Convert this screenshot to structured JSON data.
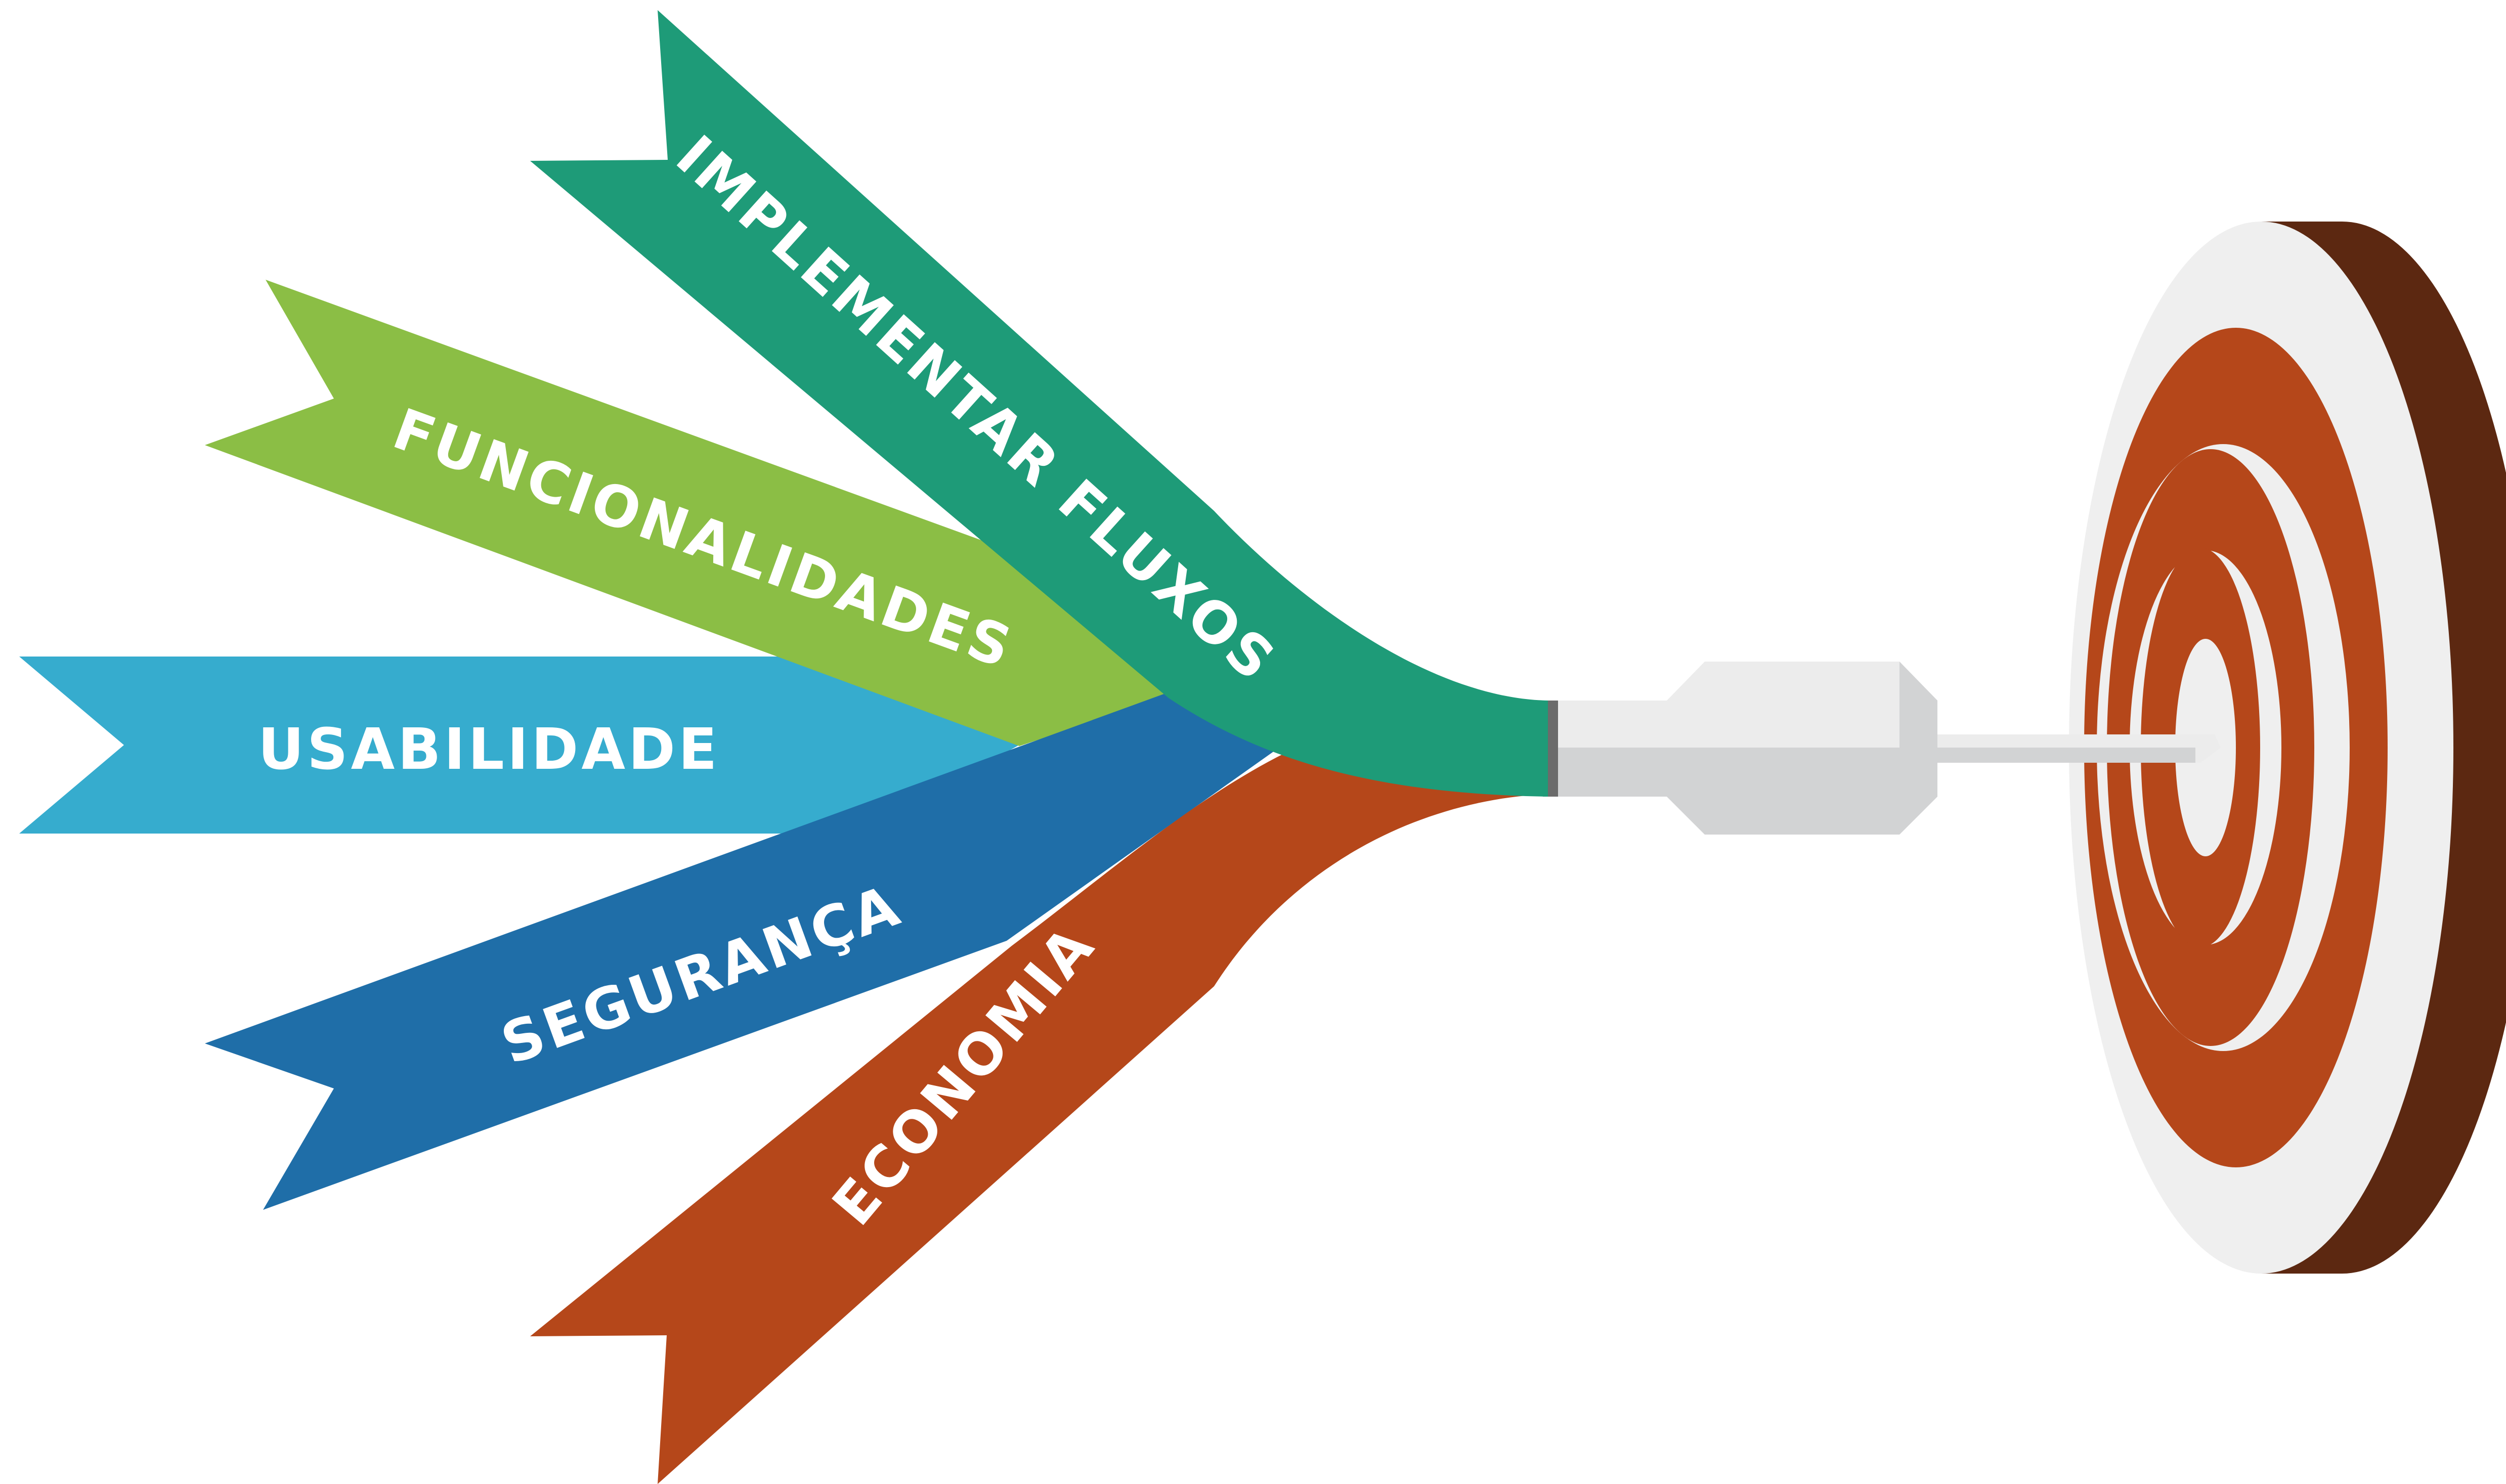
{
  "diagram": {
    "ribbons": [
      {
        "id": "implementar",
        "label": "IMPLEMENTAR FLUXOS",
        "color": "#1e9b78"
      },
      {
        "id": "funcionalidades",
        "label": "FUNCIONALIDADES",
        "color": "#8bbe45"
      },
      {
        "id": "usabilidade",
        "label": "USABILIDADE",
        "color": "#36acce"
      },
      {
        "id": "seguranca",
        "label": "SEGURANÇA",
        "color": "#1f6ea8"
      },
      {
        "id": "economia",
        "label": "ECONOMIA",
        "color": "#b5471a"
      }
    ],
    "target": {
      "rings_color": "#b5471a",
      "face_color": "#efefef",
      "side_color": "#5c2811"
    },
    "dart": {
      "body_color": "#ececec",
      "shade_color": "#d2d3d4",
      "collar_color": "#6b6b6b"
    }
  }
}
